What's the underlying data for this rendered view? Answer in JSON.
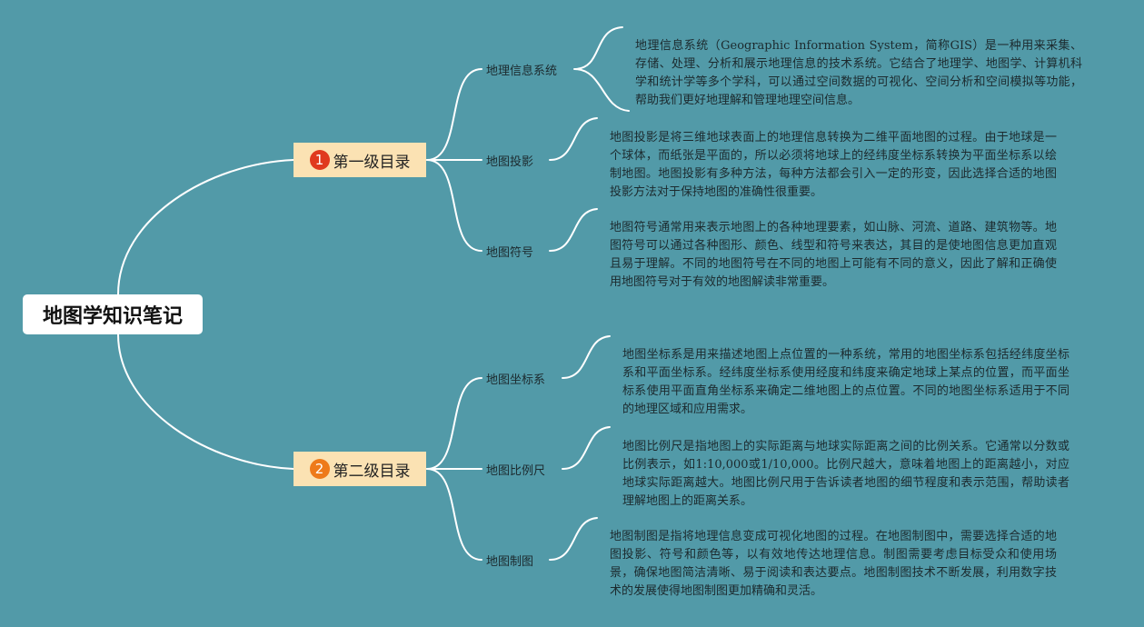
{
  "title": "地图学知识笔记",
  "colors": {
    "background": "#529aa8",
    "line": "#ffffff",
    "badge1": "#e03a1e",
    "badge2": "#ee7a1a",
    "level1_bg": "#fbe2b3"
  },
  "sections": [
    {
      "number": "1",
      "label": "第一级目录",
      "children": [
        {
          "label": "地理信息系统",
          "text": "地理信息系统（Geographic Information System，简称GIS）是一种用来采集、存储、处理、分析和展示地理信息的技术系统。它结合了地理学、地图学、计算机科学和统计学等多个学科，可以通过空间数据的可视化、空间分析和空间模拟等功能，帮助我们更好地理解和管理地理空间信息。"
        },
        {
          "label": "地图投影",
          "text": "地图投影是将三维地球表面上的地理信息转换为二维平面地图的过程。由于地球是一个球体，而纸张是平面的，所以必须将地球上的经纬度坐标系转换为平面坐标系以绘制地图。地图投影有多种方法，每种方法都会引入一定的形变，因此选择合适的地图投影方法对于保持地图的准确性很重要。"
        },
        {
          "label": "地图符号",
          "text": "地图符号通常用来表示地图上的各种地理要素，如山脉、河流、道路、建筑物等。地图符号可以通过各种图形、颜色、线型和符号来表达，其目的是使地图信息更加直观且易于理解。不同的地图符号在不同的地图上可能有不同的意义，因此了解和正确使用地图符号对于有效的地图解读非常重要。"
        }
      ]
    },
    {
      "number": "2",
      "label": "第二级目录",
      "children": [
        {
          "label": "地图坐标系",
          "text": "地图坐标系是用来描述地图上点位置的一种系统，常用的地图坐标系包括经纬度坐标系和平面坐标系。经纬度坐标系使用经度和纬度来确定地球上某点的位置，而平面坐标系使用平面直角坐标系来确定二维地图上的点位置。不同的地图坐标系适用于不同的地理区域和应用需求。"
        },
        {
          "label": "地图比例尺",
          "text": "地图比例尺是指地图上的实际距离与地球实际距离之间的比例关系。它通常以分数或比例表示，如1:10,000或1/10,000。比例尺越大，意味着地图上的距离越小，对应地球实际距离越大。地图比例尺用于告诉读者地图的细节程度和表示范围，帮助读者理解地图上的距离关系。"
        },
        {
          "label": "地图制图",
          "text": "地图制图是指将地理信息变成可视化地图的过程。在地图制图中，需要选择合适的地图投影、符号和颜色等，以有效地传达地理信息。制图需要考虑目标受众和使用场景，确保地图简洁清晰、易于阅读和表达要点。地图制图技术不断发展，利用数字技术的发展使得地图制图更加精确和灵活。"
        }
      ]
    }
  ]
}
